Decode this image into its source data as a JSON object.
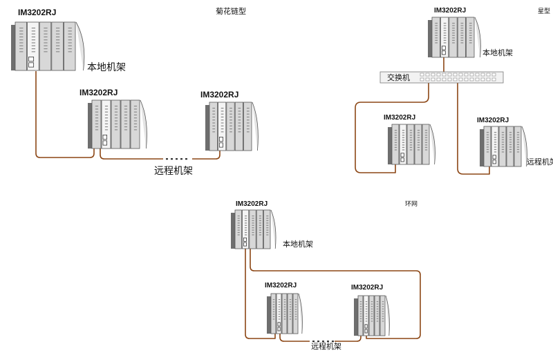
{
  "sections": {
    "daisy_chain": {
      "title": "菊花链型"
    },
    "star": {
      "title": "星型"
    },
    "ring": {
      "title": "环网"
    }
  },
  "labels": {
    "model": "IM3202RJ",
    "local_rack": "本地机架",
    "remote_rack": "远程机架",
    "remote_rack_clipped": "远程机架",
    "switch": "交换机"
  },
  "colors": {
    "cable": "#8B4513",
    "module_fill": "#d8d8d8",
    "module_stroke": "#555555",
    "rack_back": "#6e6e6e",
    "switch_fill": "#f2f2f2"
  }
}
